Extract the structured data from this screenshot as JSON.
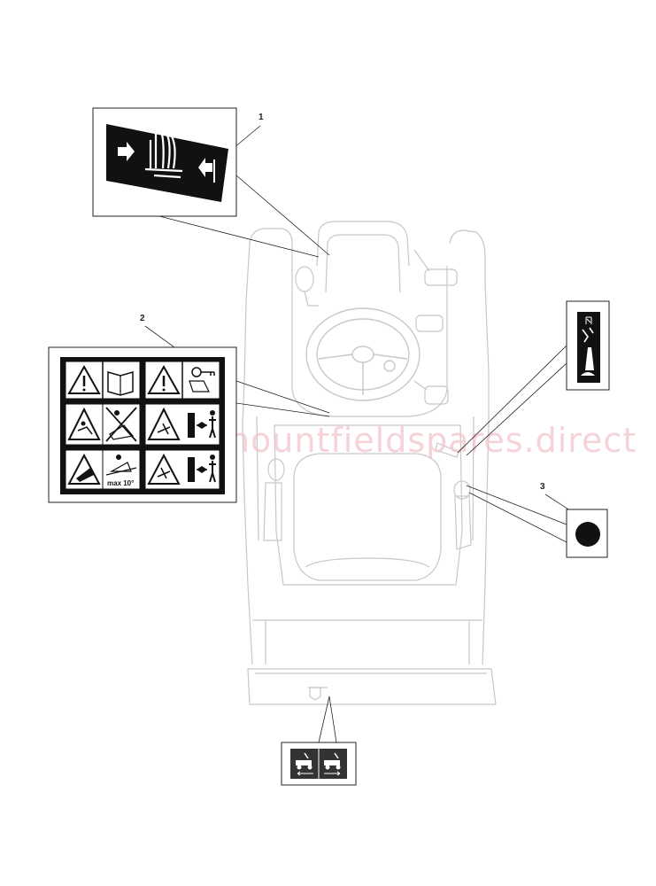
{
  "callouts": {
    "c1": "1",
    "c2": "2",
    "c3": "3"
  },
  "watermark": "mountfieldspares.direct",
  "labels": {
    "max_slope": "max 10°"
  },
  "icons": [
    "reverse-mowing-decal-icon",
    "warning-manual-icon",
    "warning-key-icon",
    "thrown-objects-icon",
    "no-passengers-icon",
    "blade-hazard-icon",
    "keep-distance-icon",
    "slope-tip-icon",
    "max-slope-icon",
    "throttle-decal-icon",
    "black-dot-decal-icon",
    "tow-lever-decal-icon"
  ],
  "colors": {
    "line": "#222222",
    "tractor_outline": "#c8c8c8",
    "decal_black": "#111111",
    "watermark": "#f2c4cc"
  }
}
